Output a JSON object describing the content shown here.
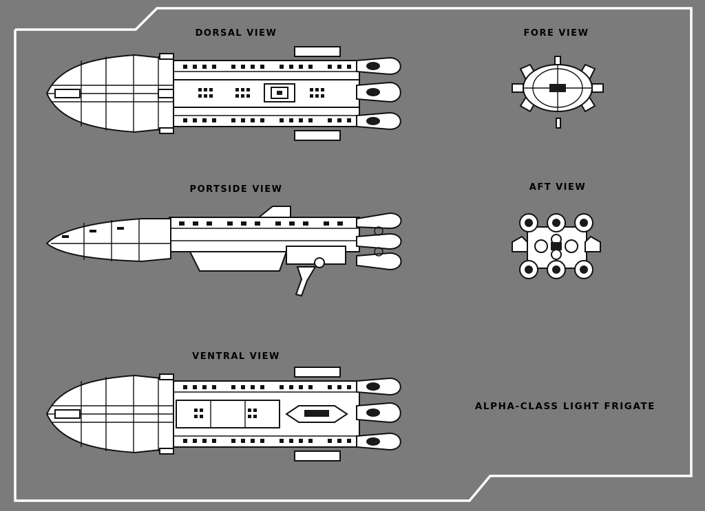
{
  "views": {
    "dorsal": "DORSAL VIEW",
    "fore": "FORE VIEW",
    "portside": "PORTSIDE VIEW",
    "aft": "AFT VIEW",
    "ventral": "VENTRAL VIEW"
  },
  "ship_class": "ALPHA-CLASS LIGHT FRIGATE",
  "colors": {
    "background": "#7b7b7b",
    "frame": "#ffffff",
    "line": "#111111",
    "hull": "#ffffff"
  }
}
